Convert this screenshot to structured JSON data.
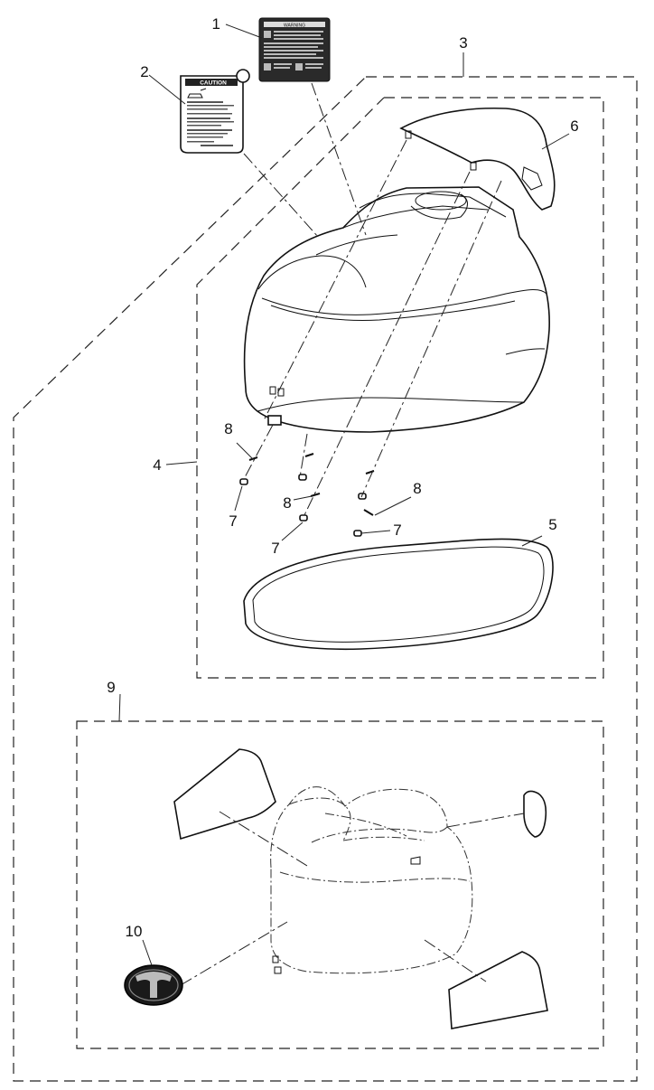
{
  "callouts": [
    "1",
    "2",
    "3",
    "4",
    "5",
    "6",
    "7",
    "8",
    "9",
    "10"
  ],
  "labels": {
    "caution_title": "CAUTION",
    "warning_title": "WARNING"
  },
  "colors": {
    "line": "#222222",
    "background": "#ffffff",
    "emblem": "#1a1a1a"
  }
}
